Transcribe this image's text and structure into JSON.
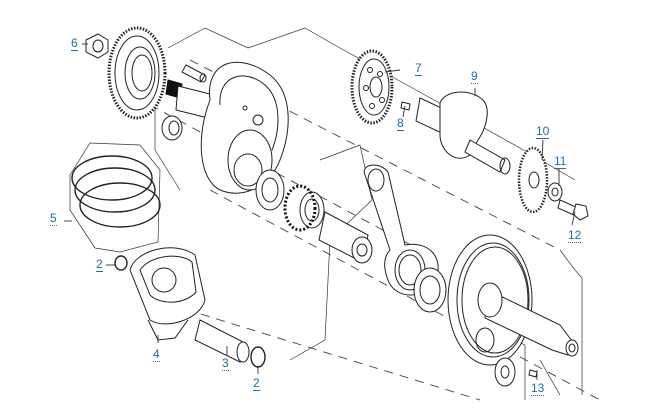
{
  "diagram": {
    "title": "Crankshaft / piston exploded parts diagram",
    "link_color": "#1a6fb5",
    "callouts": [
      {
        "id": "c6",
        "label": "6",
        "part": "nut"
      },
      {
        "id": "c7",
        "label": "7",
        "part": "gear"
      },
      {
        "id": "c8",
        "label": "8",
        "part": "woodruff-key"
      },
      {
        "id": "c9",
        "label": "9",
        "part": "balancer-shaft"
      },
      {
        "id": "c10",
        "label": "10",
        "part": "sprocket"
      },
      {
        "id": "c11",
        "label": "11",
        "part": "washer"
      },
      {
        "id": "c12",
        "label": "12",
        "part": "flange-bolt"
      },
      {
        "id": "c5",
        "label": "5",
        "part": "piston-ring-set"
      },
      {
        "id": "c2a",
        "label": "2",
        "part": "piston-pin-clip"
      },
      {
        "id": "c4",
        "label": "4",
        "part": "piston"
      },
      {
        "id": "c3",
        "label": "3",
        "part": "piston-pin"
      },
      {
        "id": "c2b",
        "label": "2",
        "part": "piston-pin-clip"
      },
      {
        "id": "c13",
        "label": "13",
        "part": "key"
      }
    ]
  }
}
